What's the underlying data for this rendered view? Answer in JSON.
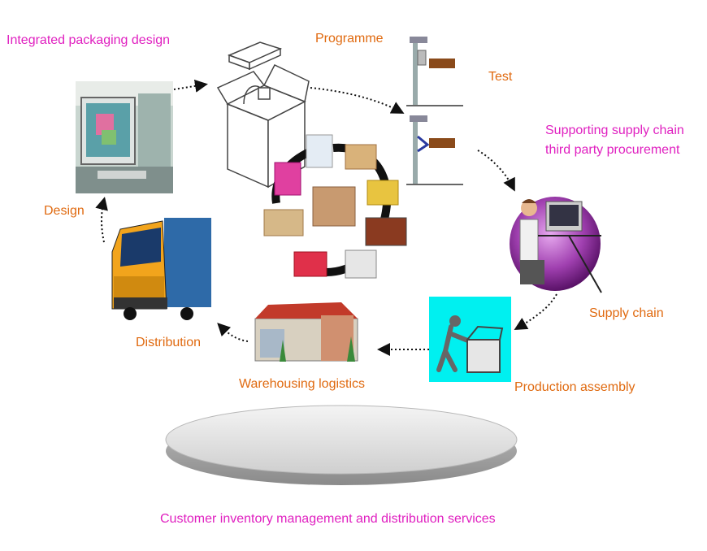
{
  "labels": {
    "integrated_packaging_design": "Integrated packaging design",
    "programme": "Programme",
    "test": "Test",
    "supporting_line1": "Supporting supply chain",
    "supporting_line2": "third party procurement",
    "design": "Design",
    "supply_chain": "Supply chain",
    "distribution": "Distribution",
    "production_assembly": "Production assembly",
    "warehousing_logistics": "Warehousing logistics",
    "footer": "Customer inventory management and distribution services"
  },
  "colors": {
    "pink": "#e020c0",
    "orange": "#e06a10",
    "cyan_panel": "#00f0f0",
    "purple_disc": "#8a2a9a"
  }
}
